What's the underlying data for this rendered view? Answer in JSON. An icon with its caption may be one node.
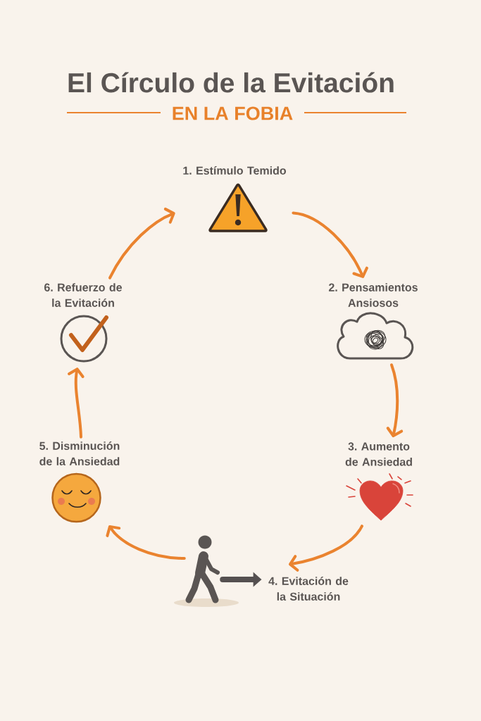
{
  "diagram": {
    "title": "El Círculo de la Evitación",
    "nodes": [
      {
        "text": [
          "1. Estímulo Temido"
        ]
      },
      {
        "text": [
          "2. Pensamientos Ansiosos"
        ]
      },
      {
        "text": [
          "3. Aumento de Ansiedad"
        ]
      },
      {
        "text": [],
        "shape": "person"
      },
      {
        "text": [
          "4. Evitación de la Situación"
        ]
      },
      {
        "text": [
          "5. Disminución de la Ansiedad"
        ]
      },
      {
        "text": [
          "6. Refuerzo de la Evitación"
        ]
      }
    ],
    "edges": [
      {
        "from": 0,
        "to": 1,
        "arrow": "to"
      },
      {
        "from": 1,
        "to": 2,
        "arrow": "to"
      },
      {
        "from": 2,
        "to": 4,
        "arrow": "to"
      },
      {
        "from": 3,
        "to": 4,
        "arrow": "to",
        "style": "thick",
        "color": "#555050"
      },
      {
        "from": 3,
        "to": 5,
        "arrow": "to"
      },
      {
        "from": 5,
        "to": 6,
        "arrow": "to"
      },
      {
        "from": 6,
        "to": 0,
        "arrow": "to"
      }
    ],
    "labels": [
      "EN LA FOBIA"
    ]
  }
}
